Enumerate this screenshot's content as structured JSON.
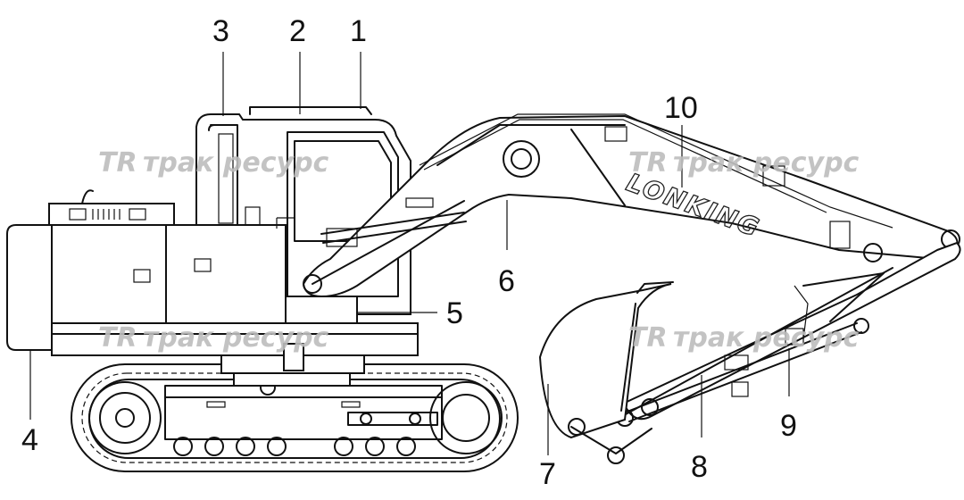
{
  "callouts": [
    "1",
    "2",
    "3",
    "4",
    "5",
    "6",
    "7",
    "8",
    "9",
    "10"
  ],
  "watermark_text": "трак ресурс",
  "watermark_logo_text": "TR",
  "boom_brand": "LONKING",
  "colors": {
    "ink": "#111111",
    "watermark": "#bdbdbd",
    "background": "#ffffff"
  }
}
